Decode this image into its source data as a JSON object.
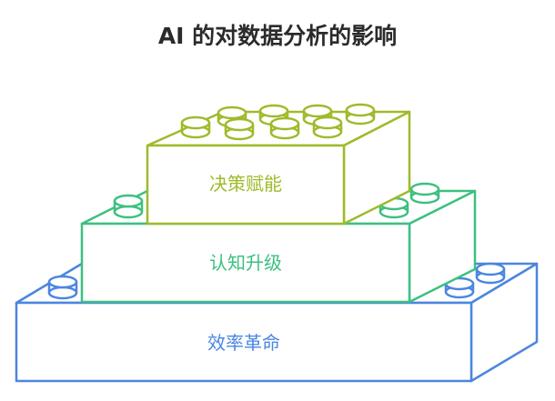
{
  "title": "AI 的对数据分析的影响",
  "layers": [
    {
      "label": "决策赋能",
      "color": "#9dbb2b"
    },
    {
      "label": "认知升级",
      "color": "#3cc080"
    },
    {
      "label": "效率革命",
      "color": "#4a86e0"
    }
  ]
}
